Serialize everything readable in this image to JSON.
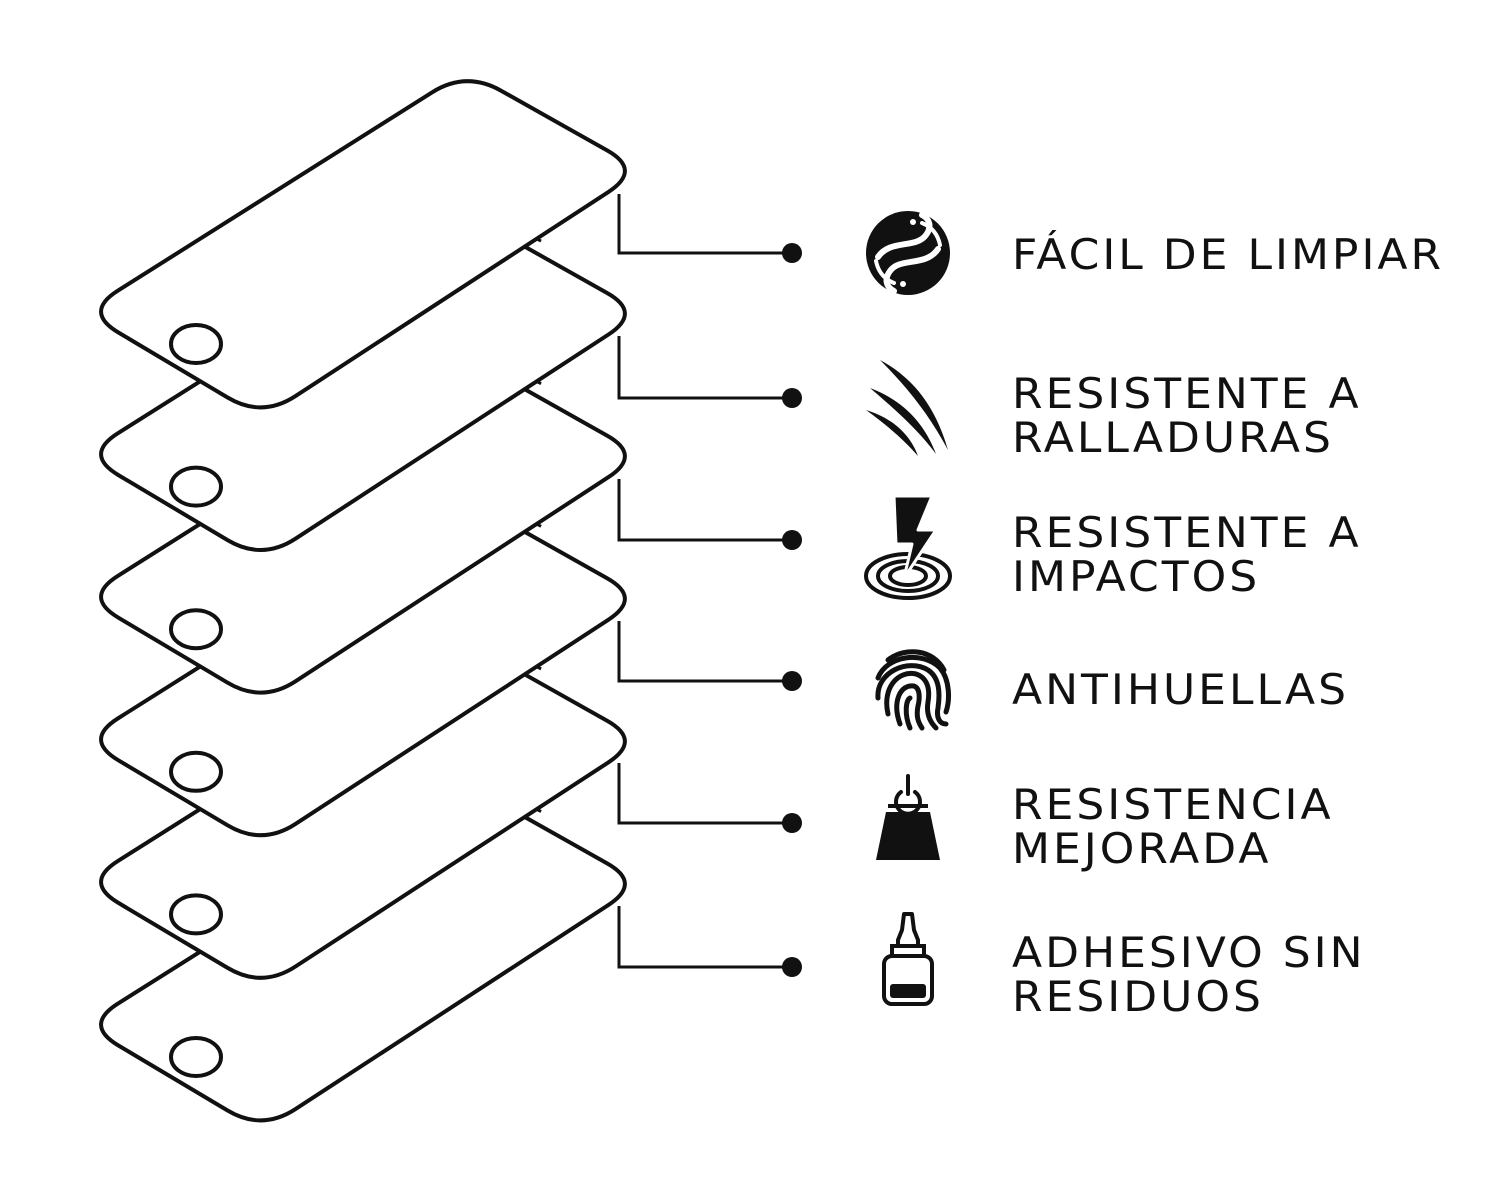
{
  "diagram": {
    "features": [
      {
        "id": "easy-clean",
        "icon": "yin-yang-drop-icon",
        "lines": [
          "FÁCIL DE LIMPIAR"
        ]
      },
      {
        "id": "scratch-resistant",
        "icon": "claw-scratch-icon",
        "lines": [
          "RESISTENTE A",
          "RALLADURAS"
        ]
      },
      {
        "id": "impact-resistant",
        "icon": "lightning-impact-icon",
        "lines": [
          "RESISTENTE A",
          "IMPACTOS"
        ]
      },
      {
        "id": "anti-fingerprint",
        "icon": "fingerprint-icon",
        "lines": [
          "ANTIHUELLAS"
        ]
      },
      {
        "id": "improved-resistance",
        "icon": "power-weight-icon",
        "lines": [
          "RESISTENCIA",
          "MEJORADA"
        ]
      },
      {
        "id": "residue-free-adhesive",
        "icon": "glue-bottle-icon",
        "lines": [
          "ADHESIVO SIN",
          "RESIDUOS"
        ]
      }
    ],
    "colors": {
      "ink": "#111111",
      "background": "#ffffff"
    }
  }
}
